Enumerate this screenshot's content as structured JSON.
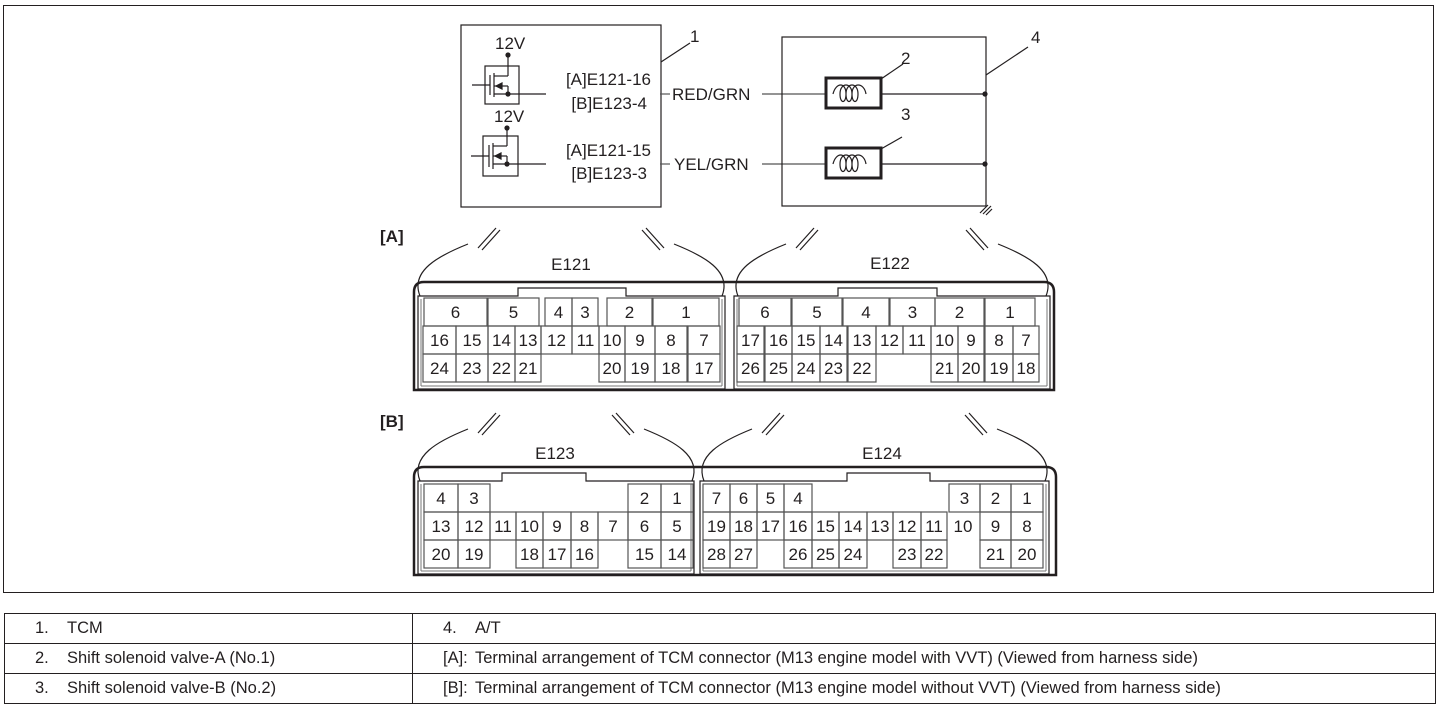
{
  "circuit": {
    "supply_labels": [
      "12V",
      "12V"
    ],
    "terminals": [
      {
        "a": "[A]E121-16",
        "b": "[B]E123-4",
        "wire": "RED/GRN"
      },
      {
        "a": "[A]E121-15",
        "b": "[B]E123-3",
        "wire": "YEL/GRN"
      }
    ],
    "callouts": [
      "1",
      "2",
      "3",
      "4"
    ]
  },
  "section_labels": {
    "a": "[A]",
    "b": "[B]"
  },
  "connectors": {
    "E121": {
      "name": "E121",
      "row1": [
        "6",
        "5",
        "4",
        "3",
        "2",
        "1"
      ],
      "row2": [
        "16",
        "15",
        "14",
        "13",
        "12",
        "11",
        "10",
        "9",
        "8",
        "7"
      ],
      "row3": [
        "24",
        "23",
        "22",
        "21",
        "20",
        "19",
        "18",
        "17"
      ]
    },
    "E122": {
      "name": "E122",
      "row1": [
        "6",
        "5",
        "4",
        "3",
        "2",
        "1"
      ],
      "row2": [
        "17",
        "16",
        "15",
        "14",
        "13",
        "12",
        "11",
        "10",
        "9",
        "8",
        "7"
      ],
      "row3": [
        "26",
        "25",
        "24",
        "23",
        "22",
        "21",
        "20",
        "19",
        "18"
      ]
    },
    "E123": {
      "name": "E123",
      "row1": [
        "4",
        "3",
        "2",
        "1"
      ],
      "row2": [
        "13",
        "12",
        "11",
        "10",
        "9",
        "8",
        "7",
        "6",
        "5"
      ],
      "row3": [
        "20",
        "19",
        "18",
        "17",
        "16",
        "15",
        "14"
      ]
    },
    "E124": {
      "name": "E124",
      "row1": [
        "7",
        "6",
        "5",
        "4",
        "3",
        "2",
        "1"
      ],
      "row2": [
        "19",
        "18",
        "17",
        "16",
        "15",
        "14",
        "13",
        "12",
        "11",
        "10",
        "9",
        "8"
      ],
      "row3": [
        "28",
        "27",
        "26",
        "25",
        "24",
        "23",
        "22",
        "21",
        "20"
      ]
    }
  },
  "legend": [
    [
      {
        "num": "1.",
        "text": "TCM"
      },
      {
        "num": "4.",
        "text": "A/T"
      }
    ],
    [
      {
        "num": "2.",
        "text": "Shift solenoid valve-A (No.1)"
      },
      {
        "num": "[A]:",
        "text": "Terminal arrangement of TCM connector (M13 engine model with VVT) (Viewed from harness side)"
      }
    ],
    [
      {
        "num": "3.",
        "text": "Shift solenoid valve-B (No.2)"
      },
      {
        "num": "[B]:",
        "text": "Terminal arrangement of TCM connector (M13 engine model without VVT) (Viewed from harness side)"
      }
    ]
  ]
}
